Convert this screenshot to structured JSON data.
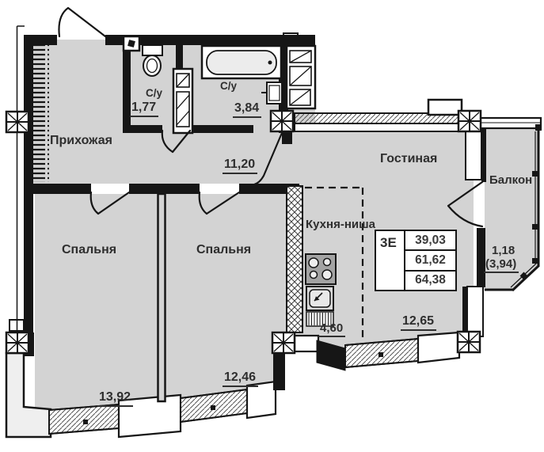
{
  "floor_plan": {
    "colors": {
      "floor_fill": "#d3d3d3",
      "walls": "#161616",
      "text": "#2e2e2e",
      "background": "#ffffff"
    },
    "rooms": [
      {
        "key": "hallway",
        "label": "Прихожая",
        "area": "11,20"
      },
      {
        "key": "wc-small",
        "label": "С/у",
        "area": "1,77"
      },
      {
        "key": "bathroom",
        "label": "С/у",
        "area": "3,84"
      },
      {
        "key": "living-room",
        "label": "Гостиная",
        "area": "12,65"
      },
      {
        "key": "balcony",
        "label": "Балкон",
        "area": "1,18",
        "area_unreduced": "(3,94)"
      },
      {
        "key": "bedroom-1",
        "label": "Спальня",
        "area": "13,92"
      },
      {
        "key": "bedroom-2",
        "label": "Спальня",
        "area": "12,46"
      },
      {
        "key": "kitchen-niche",
        "label": "Кухня-ниша",
        "area": "4,60"
      }
    ],
    "summary_table": {
      "unit_label": "3Е",
      "rows": [
        "39,03",
        "61,62",
        "64,38"
      ]
    },
    "fixtures": [
      "entry-door",
      "wardrobe",
      "toilet",
      "bathtub",
      "washbasin",
      "vent-shaft",
      "kitchen-stove",
      "kitchen-sink",
      "balcony-glazing"
    ]
  }
}
